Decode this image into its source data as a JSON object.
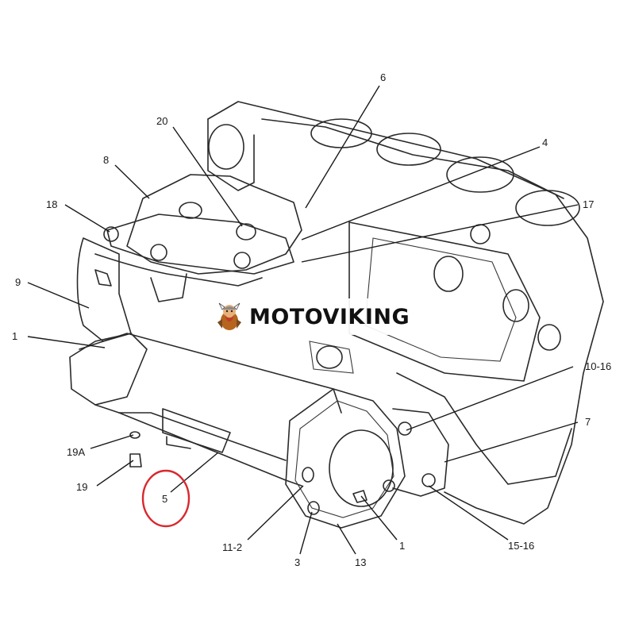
{
  "watermark": {
    "text": "MOTOVIKING"
  },
  "callouts": {
    "c6": "6",
    "c20": "20",
    "c8": "8",
    "c4": "4",
    "c18": "18",
    "c17": "17",
    "c9": "9",
    "c1_left": "1",
    "c10_16": "10-16",
    "c7": "7",
    "c19A": "19A",
    "c19": "19",
    "c5": "5",
    "c11_2": "11-2",
    "c3": "3",
    "c13": "13",
    "c1_bottom": "1",
    "c15_16": "15-16"
  },
  "highlight": {
    "target": "5",
    "color": "#d8282f"
  }
}
